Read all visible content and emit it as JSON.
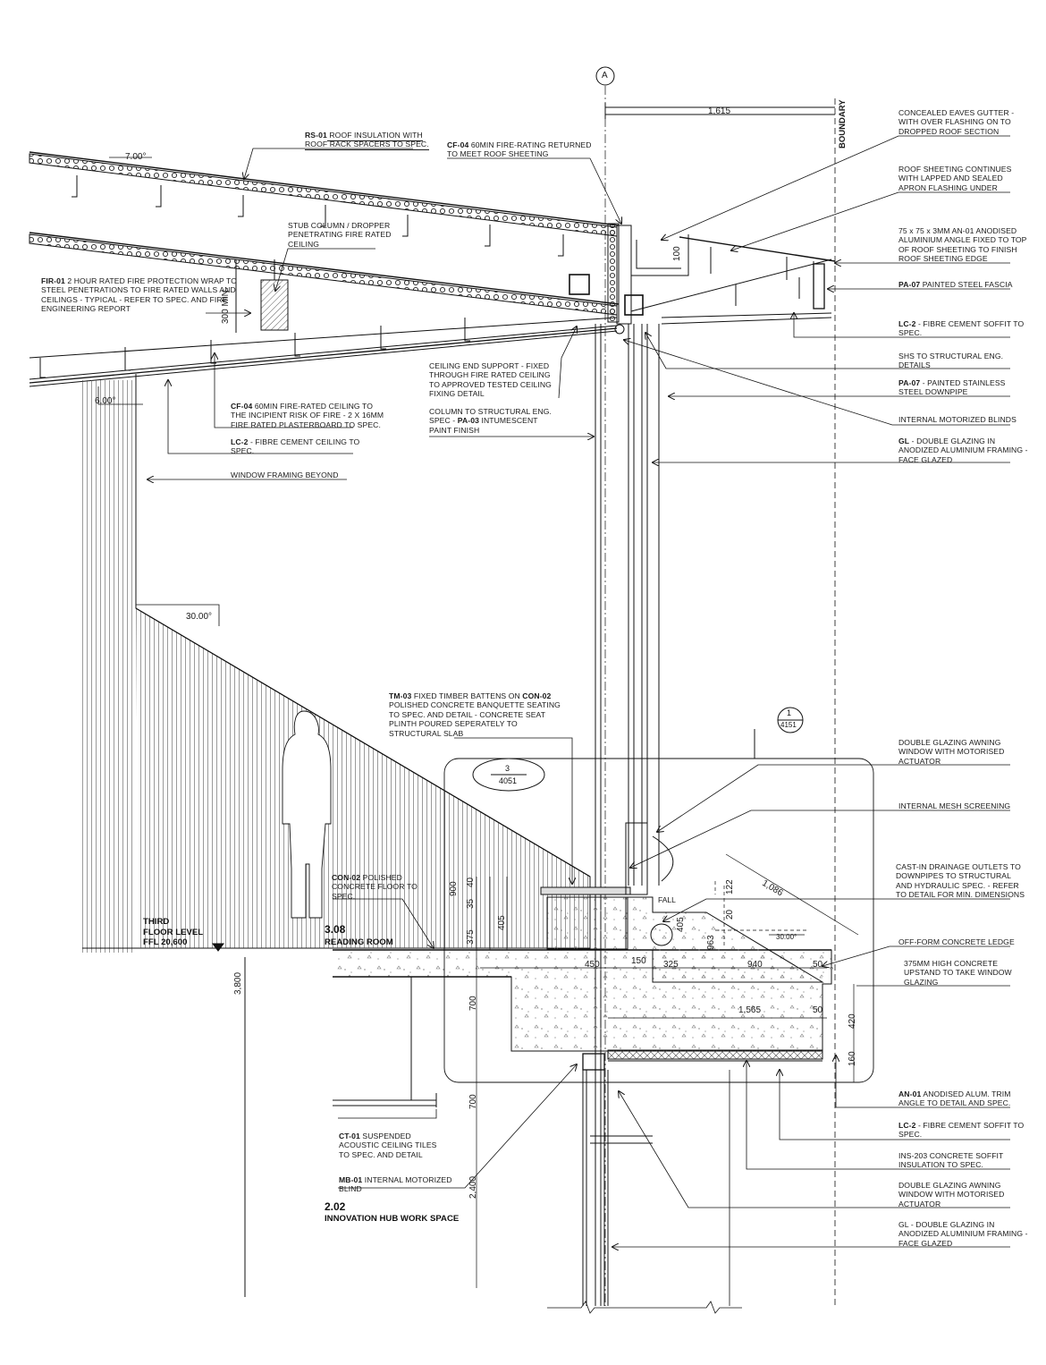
{
  "grid": {
    "label": "A",
    "boundary": "BOUNDARY"
  },
  "angles": {
    "roof": "7.00°",
    "ceiling": "6.00°",
    "stair": "30.00°",
    "ledge": "30.00°"
  },
  "dims": {
    "overhang": "1,615",
    "fascia_depth": "100",
    "ceiling_clear": "300 MIN.",
    "seat_total": "900",
    "d40": "40",
    "d35": "35",
    "d375": "375",
    "d405a": "405",
    "d405b": "405",
    "d122": "122",
    "d20": "20",
    "d963": "963",
    "d1086": "1,086",
    "d450": "450",
    "d150": "150",
    "d325": "325",
    "d940": "940",
    "d50a": "50",
    "d50b": "50",
    "d1565": "1,565",
    "d420": "420",
    "d160": "160",
    "d700a": "700",
    "d700b": "700",
    "d2400": "2,400",
    "d3800": "3,800",
    "fall": "FALL"
  },
  "tags": {
    "detail1_num": "1",
    "detail1_sheet": "4151",
    "detail3_num": "3",
    "detail3_sheet": "4051"
  },
  "rooms": {
    "reading_num": "3.08",
    "reading_name": "READING ROOM",
    "hub_num": "2.02",
    "hub_name": "INNOVATION HUB WORK SPACE"
  },
  "level": {
    "text": "THIRD\nFLOOR LEVEL\nFFL 20,600"
  },
  "notes_left": [
    {
      "code": "RS-01",
      "text": " ROOF INSULATION WITH\nROOF RACK SPACERS TO SPEC."
    },
    {
      "code": "CF-04",
      "text": " 60MIN FIRE-RATING RETURNED\nTO MEET ROOF SHEETING"
    },
    {
      "code": "",
      "text": "STUB COLUMN / DROPPER\nPENETRATING FIRE RATED\nCEILING"
    },
    {
      "code": "FIR-01",
      "text": " 2 HOUR RATED FIRE PROTECTION WRAP TO\nSTEEL PENETRATIONS TO FIRE RATED WALLS AND\nCEILINGS - TYPICAL - REFER TO SPEC. AND FIRE\nENGINEERING REPORT"
    },
    {
      "code": "",
      "text": "CEILING END SUPPORT - FIXED\nTHROUGH FIRE RATED CEILING\nTO APPROVED TESTED CEILING\nFIXING DETAIL"
    },
    {
      "code": "",
      "text": "COLUMN TO STRUCTURAL ENG.\nSPEC - ",
      "code2": "PA-03",
      "text2": " INTUMESCENT\nPAINT FINISH"
    },
    {
      "code": "CF-04",
      "text": " 60MIN FIRE-RATED CEILING TO\nTHE INCIPIENT RISK OF FIRE - 2 X 16MM\nFIRE RATED PLASTERBOARD TO SPEC."
    },
    {
      "code": "LC-2",
      "text": " - FIBRE CEMENT CEILING TO\nSPEC."
    },
    {
      "code": "",
      "text": "WINDOW FRAMING BEYOND"
    },
    {
      "code": "TM-03",
      "text": " FIXED TIMBER BATTENS ON ",
      "code2": "CON-02",
      "text2": "\nPOLISHED CONCRETE BANQUETTE SEATING\nTO SPEC. AND DETAIL - CONCRETE SEAT\nPLINTH POURED SEPERATELY TO\nSTRUCTURAL SLAB"
    },
    {
      "code": "CON-02",
      "text": " POLISHED\nCONCRETE FLOOR TO\nSPEC."
    },
    {
      "code": "CT-01",
      "text": " SUSPENDED\nACOUSTIC CEILING TILES\nTO SPEC. AND DETAIL"
    },
    {
      "code": "MB-01",
      "text": " INTERNAL MOTORIZED\nBLIND"
    }
  ],
  "notes_right": [
    {
      "code": "",
      "text": "CONCEALED EAVES GUTTER -\nWITH OVER FLASHING ON TO\nDROPPED ROOF SECTION"
    },
    {
      "code": "",
      "text": "ROOF SHEETING CONTINUES\nWITH LAPPED AND SEALED\nAPRON  FLASHING UNDER"
    },
    {
      "code": "",
      "text": "75 x 75 x 3MM AN-01 ANODISED\nALUMINIUM ANGLE FIXED TO TOP\nOF ROOF SHEETING TO FINISH\nROOF SHEETING EDGE"
    },
    {
      "code": "PA-07",
      "text": " PAINTED STEEL FASCIA"
    },
    {
      "code": "LC-2",
      "text": " - FIBRE CEMENT SOFFIT TO\nSPEC."
    },
    {
      "code": "",
      "text": "SHS TO STRUCTURAL ENG.\nDETAILS"
    },
    {
      "code": "PA-07",
      "text": " - PAINTED STAINLESS\nSTEEL DOWNPIPE"
    },
    {
      "code": "",
      "text": "INTERNAL MOTORIZED BLINDS"
    },
    {
      "code": "GL",
      "text": " - DOUBLE GLAZING IN\nANODIZED ALUMINIUM FRAMING -\nFACE GLAZED"
    },
    {
      "code": "",
      "text": "DOUBLE GLAZING AWNING\nWINDOW WITH MOTORISED\nACTUATOR"
    },
    {
      "code": "",
      "text": "INTERNAL MESH SCREENING"
    },
    {
      "code": "",
      "text": "CAST-IN DRAINAGE OUTLETS TO\nDOWNPIPES TO STRUCTURAL\nAND HYDRAULIC SPEC. - REFER\nTO DETAIL FOR MIN. DIMENSIONS"
    },
    {
      "code": "",
      "text": "OFF-FORM CONCRETE LEDGE"
    },
    {
      "code": "",
      "text": "375MM HIGH CONCRETE\nUPSTAND TO TAKE WINDOW\nGLAZING"
    },
    {
      "code": "AN-01",
      "text": " ANODISED ALUM. TRIM\nANGLE TO DETAIL AND SPEC."
    },
    {
      "code": "LC-2",
      "text": " - FIBRE CEMENT SOFFIT TO\nSPEC."
    },
    {
      "code": "",
      "text": "INS-203 CONCRETE SOFFIT\nINSULATION TO SPEC."
    },
    {
      "code": "",
      "text": "DOUBLE GLAZING AWNING\nWINDOW WITH MOTORISED\nACTUATOR"
    },
    {
      "code": "",
      "text": "GL - DOUBLE GLAZING IN\nANODIZED ALUMINIUM FRAMING -\nFACE GLAZED"
    }
  ]
}
